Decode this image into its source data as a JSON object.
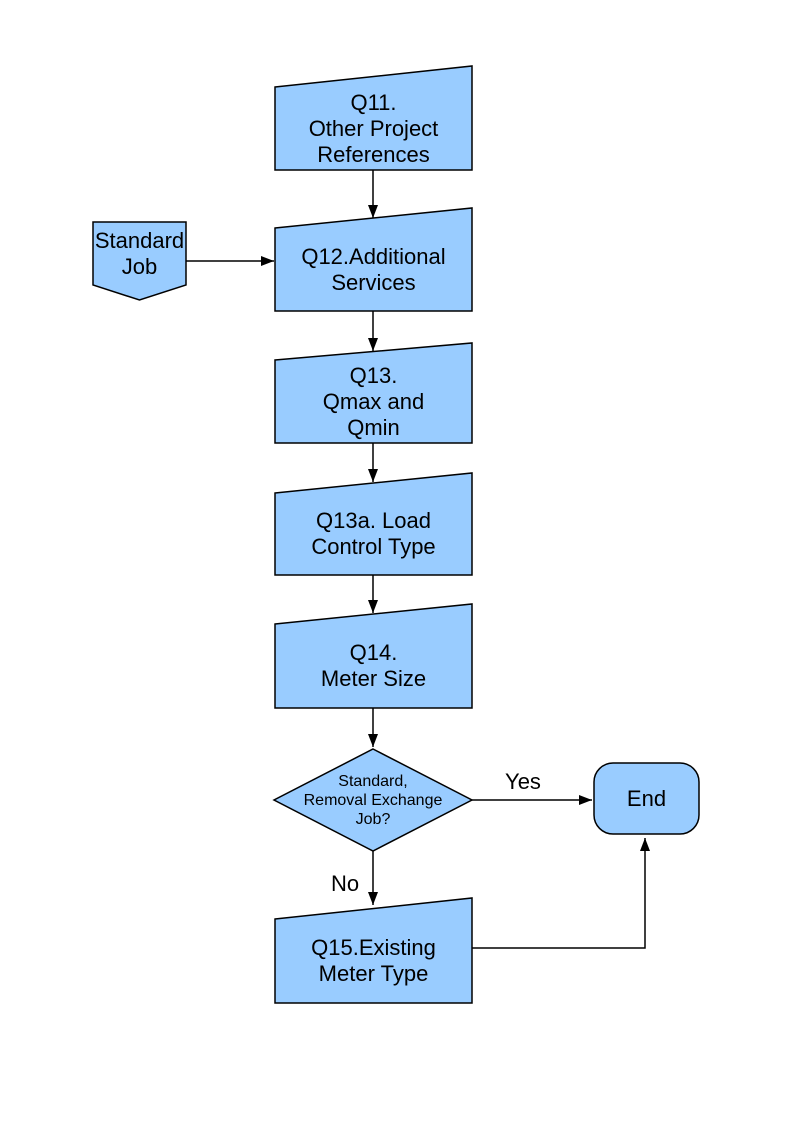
{
  "diagram": {
    "colors": {
      "node_fill": "#99CCFF",
      "node_border": "#000000",
      "connector": "#000000",
      "background": "#ffffff",
      "text": "#000000"
    },
    "nodes": {
      "q11": {
        "type": "manual-input",
        "label": "Q11.\nOther Project\nReferences"
      },
      "standard_job": {
        "type": "off-page-connector",
        "label": "Standard\nJob"
      },
      "q12": {
        "type": "manual-input",
        "label": "Q12.Additional\nServices"
      },
      "q13": {
        "type": "manual-input",
        "label": "Q13.\nQmax and\nQmin"
      },
      "q13a": {
        "type": "manual-input",
        "label": "Q13a. Load\nControl Type"
      },
      "q14": {
        "type": "manual-input",
        "label": "Q14.\nMeter Size"
      },
      "decision": {
        "type": "decision",
        "label": "Standard,\nRemoval Exchange\nJob?"
      },
      "q15": {
        "type": "manual-input",
        "label": "Q15.Existing\nMeter Type"
      },
      "end": {
        "type": "terminator",
        "label": "End"
      }
    },
    "edges": [
      {
        "from": "q11",
        "to": "q12"
      },
      {
        "from": "standard_job",
        "to": "q12"
      },
      {
        "from": "q12",
        "to": "q13"
      },
      {
        "from": "q13",
        "to": "q13a"
      },
      {
        "from": "q13a",
        "to": "q14"
      },
      {
        "from": "q14",
        "to": "decision"
      },
      {
        "from": "decision",
        "to": "end",
        "label": "Yes"
      },
      {
        "from": "decision",
        "to": "q15",
        "label": "No"
      },
      {
        "from": "q15",
        "to": "end"
      }
    ]
  }
}
